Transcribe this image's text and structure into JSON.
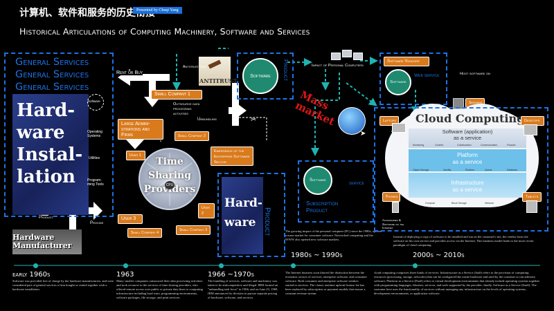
{
  "title_cn": "计算机、软件和服务的历史衔接",
  "presented_by": "Presented by Chuqi Yang",
  "title_en": "Historical Articulations of Computing Machinery, Software and Services",
  "general_services": "General Services",
  "hardware_installation": [
    "Hard-",
    "ware",
    "Instal-",
    "lation"
  ],
  "side_software": "Software",
  "side_os": "Operating\nSystems",
  "side_utilities": "Utilities",
  "side_prog": "Program-\nming Tools",
  "rent_or_buy": "Rent or Buy",
  "small_company_1": "Small Company 1",
  "large_admin": "Large Admini-strations and Firms",
  "outsource": "Outsource data processing activities",
  "small_company_2": "Small Company 2",
  "user_1": "User 1",
  "user_2": "User 2",
  "user_3": "User 3",
  "small_company_4": "Small Company 4",
  "small_company_3": "Small Company 3",
  "time_sharing": [
    "Time",
    "Sharing",
    "Providers"
  ],
  "cpu": "CPU",
  "product_left": "Product",
  "provide": "Provide",
  "hardware_manufacturer": "Hardware Manufacturer",
  "antitrust_law": "Antitrust Law",
  "antitrust": "ANTITRUST",
  "unbundling": "Unbundling",
  "emergence": "Emergence of the Enterprise Software Sector",
  "hardware_center": [
    "Hard-",
    "ware"
  ],
  "product_center": "Product",
  "software_top": "Software",
  "product_top": "Product",
  "impact_pc": "Impact of Personal Computers",
  "mass_market": [
    "Mass",
    "market"
  ],
  "software_sub": "Software",
  "service": "service",
  "subscription_product": "Subscription Product",
  "pc_desc": "The growing impact of the personal computer (PC) since the 1980s, opened a mass market for consumer software. Networked computing and the WWW also opened new software markets.",
  "software_vendors": "Software Vendors",
  "software_web": "Software",
  "web_service": "Web service",
  "host_software": "Host software on",
  "servers": "Servers",
  "laptops": "Laptops",
  "desktops": "Desktops",
  "phones": "Phones",
  "tablets": "Tablets",
  "cloud_computing": "Cloud Computing",
  "saas": [
    "Software (application)",
    "as a service"
  ],
  "paas": [
    "Platform",
    "as a service"
  ],
  "iaas": [
    "Infrastructure",
    "as a service"
  ],
  "cloud_icons": [
    "Monitoring",
    "Content",
    "Collaboration",
    "Communication",
    "Finance",
    "Object Storage",
    "Identity",
    "Runtime",
    "Queue",
    "Database",
    "Compute",
    "Block Storage",
    "Network"
  ],
  "accessories": "Accessories & Software via the Internet",
  "cloud_desc": "Instead of deploying a copy of software to be installed and run on the customer's site, the vendor hosts the software on his own servers and provides access via the Internet. This business model leads to the more recent paradigm of cloud computing.",
  "timeline": [
    {
      "era": "early 1960s",
      "text": "Software was provided free of charge by the hardware manufacturers, and were considered part of general services a firm bought or rented together with a hardware installation."
    },
    {
      "era": "1963",
      "text": "Many smaller companies outsourced their data processing activities and took recourse to the services of time sharing providers, who offered remote access over public or private data lines to computing infrastructure including hard ware, programming environments, software packages, file storage, and print services."
    },
    {
      "era": "1966 ~1970s",
      "text": "The bundling of services, software and machinery was taken to be anticompetitive and illegal. IBM formed an \"unbundling task force\" in 1966, and on June 23, 1969, IBM announced its decision to pursue separate pricing of hardware, software, and services."
    },
    {
      "era": "1980s ~ 1990s",
      "text": "The Internet business soon blurred the distinction between the economic sectors of services, enterprise software, and consumer software. Both consumer and enterprise software vendors started to services. The classic onetime upfront license fee has been replaced by subscription or payment models that ensure a constant revenue stream."
    },
    {
      "era": "2000s ~ 2010s",
      "text": "cloud computing comprises three kinds of services: Infrastructure as a Service (IaaS) refers to the provision of computing resources (processing, storage, networks) that can be configured like onsite hardware and used by the customer to run arbitrary software; Platform as a Service (PaaS) refers to virtual development environments that already include operating systems together with programming languages, libraries, services, and tools supported by the provider; finally, Software as a Service (SaaS). The customer here uses the functionality of services without managing any infrastructure on the levels of operating systems, development environments, or application software."
    }
  ],
  "colors": {
    "accent_blue": "#1d73e6",
    "orange": "#d97a1c",
    "teal": "#1f8a6f",
    "cloud_blue": "#5ab8e8",
    "mass_market_red": "#e01818"
  }
}
